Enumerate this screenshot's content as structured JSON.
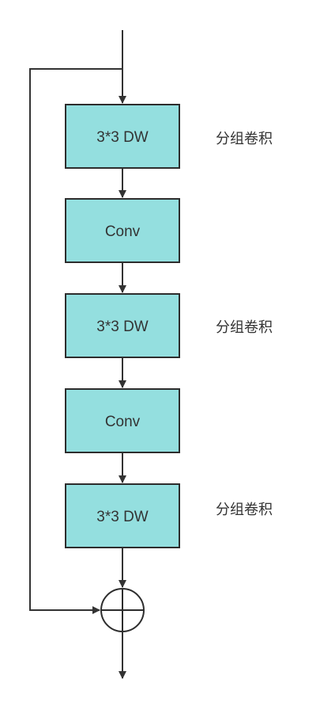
{
  "diagram": {
    "colors": {
      "box_fill": "#94dfdf",
      "box_stroke": "#2d2d2d",
      "line": "#333333",
      "text": "#333333"
    },
    "blocks": [
      {
        "label": "3*3 DW",
        "side_label": "分组卷积"
      },
      {
        "label": "Conv",
        "side_label": ""
      },
      {
        "label": "3*3 DW",
        "side_label": "分组卷积"
      },
      {
        "label": "Conv",
        "side_label": ""
      },
      {
        "label": "3*3 DW",
        "side_label": "分组卷积"
      }
    ],
    "merge_node": {
      "symbol": "circle-plus"
    }
  }
}
